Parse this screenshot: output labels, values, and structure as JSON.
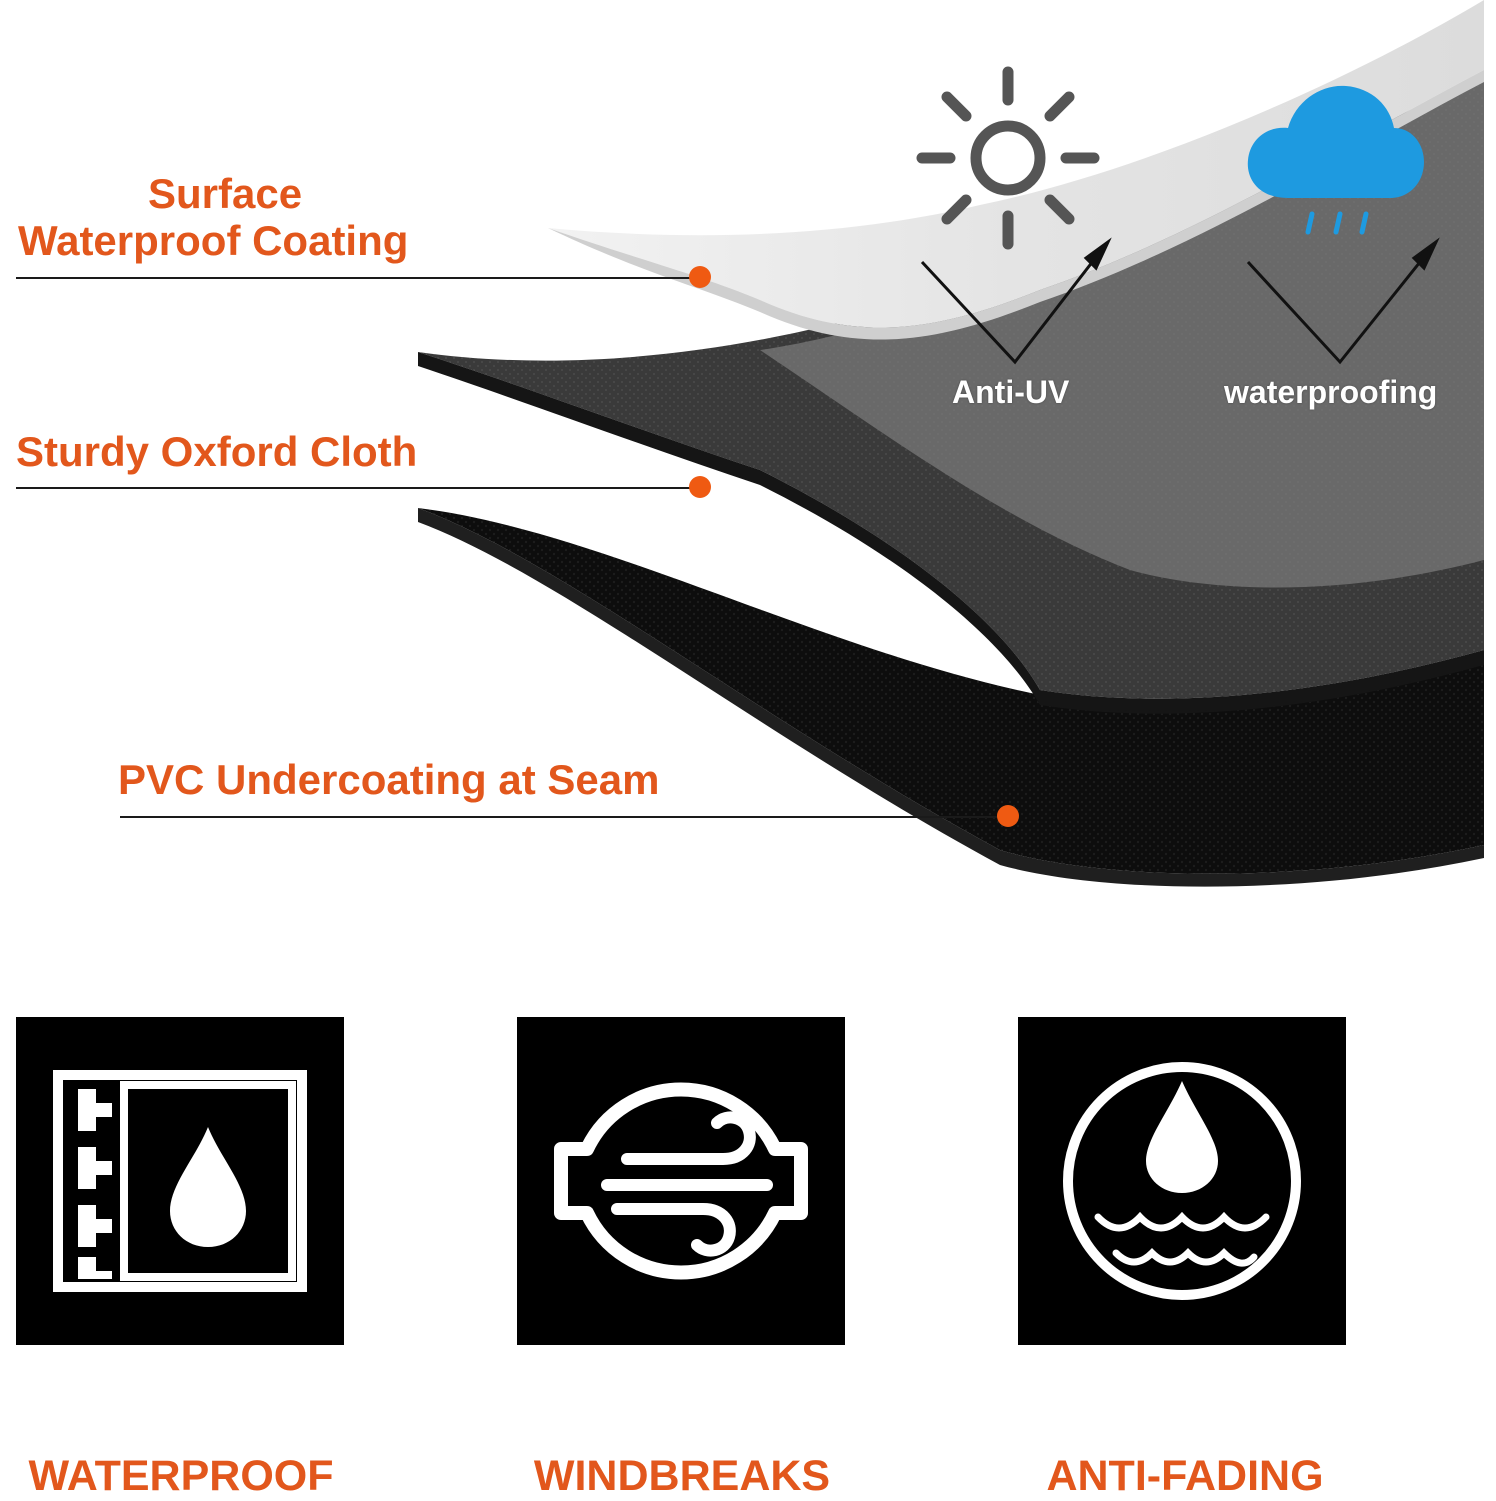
{
  "layers": {
    "surface_label": "Surface\nWaterproof Coating",
    "surface_line1": "Surface",
    "surface_line2": "Waterproof Coating",
    "oxford_label": "Sturdy Oxford Cloth",
    "pvc_label": "PVC Undercoating at Seam"
  },
  "properties": {
    "uv_label": "Anti-UV",
    "water_label": "waterproofing"
  },
  "features": [
    {
      "label": "WATERPROOF",
      "icon": "fabric-water-drop-icon"
    },
    {
      "label": "WINDBREAKS",
      "icon": "wind-icon"
    },
    {
      "label": "ANTI-FADING",
      "icon": "water-drop-waves-icon"
    }
  ],
  "colors": {
    "accent": "#e2571c",
    "dot": "#ef5a12",
    "cloud": "#1e9ae0",
    "icon_gray": "#555555"
  }
}
